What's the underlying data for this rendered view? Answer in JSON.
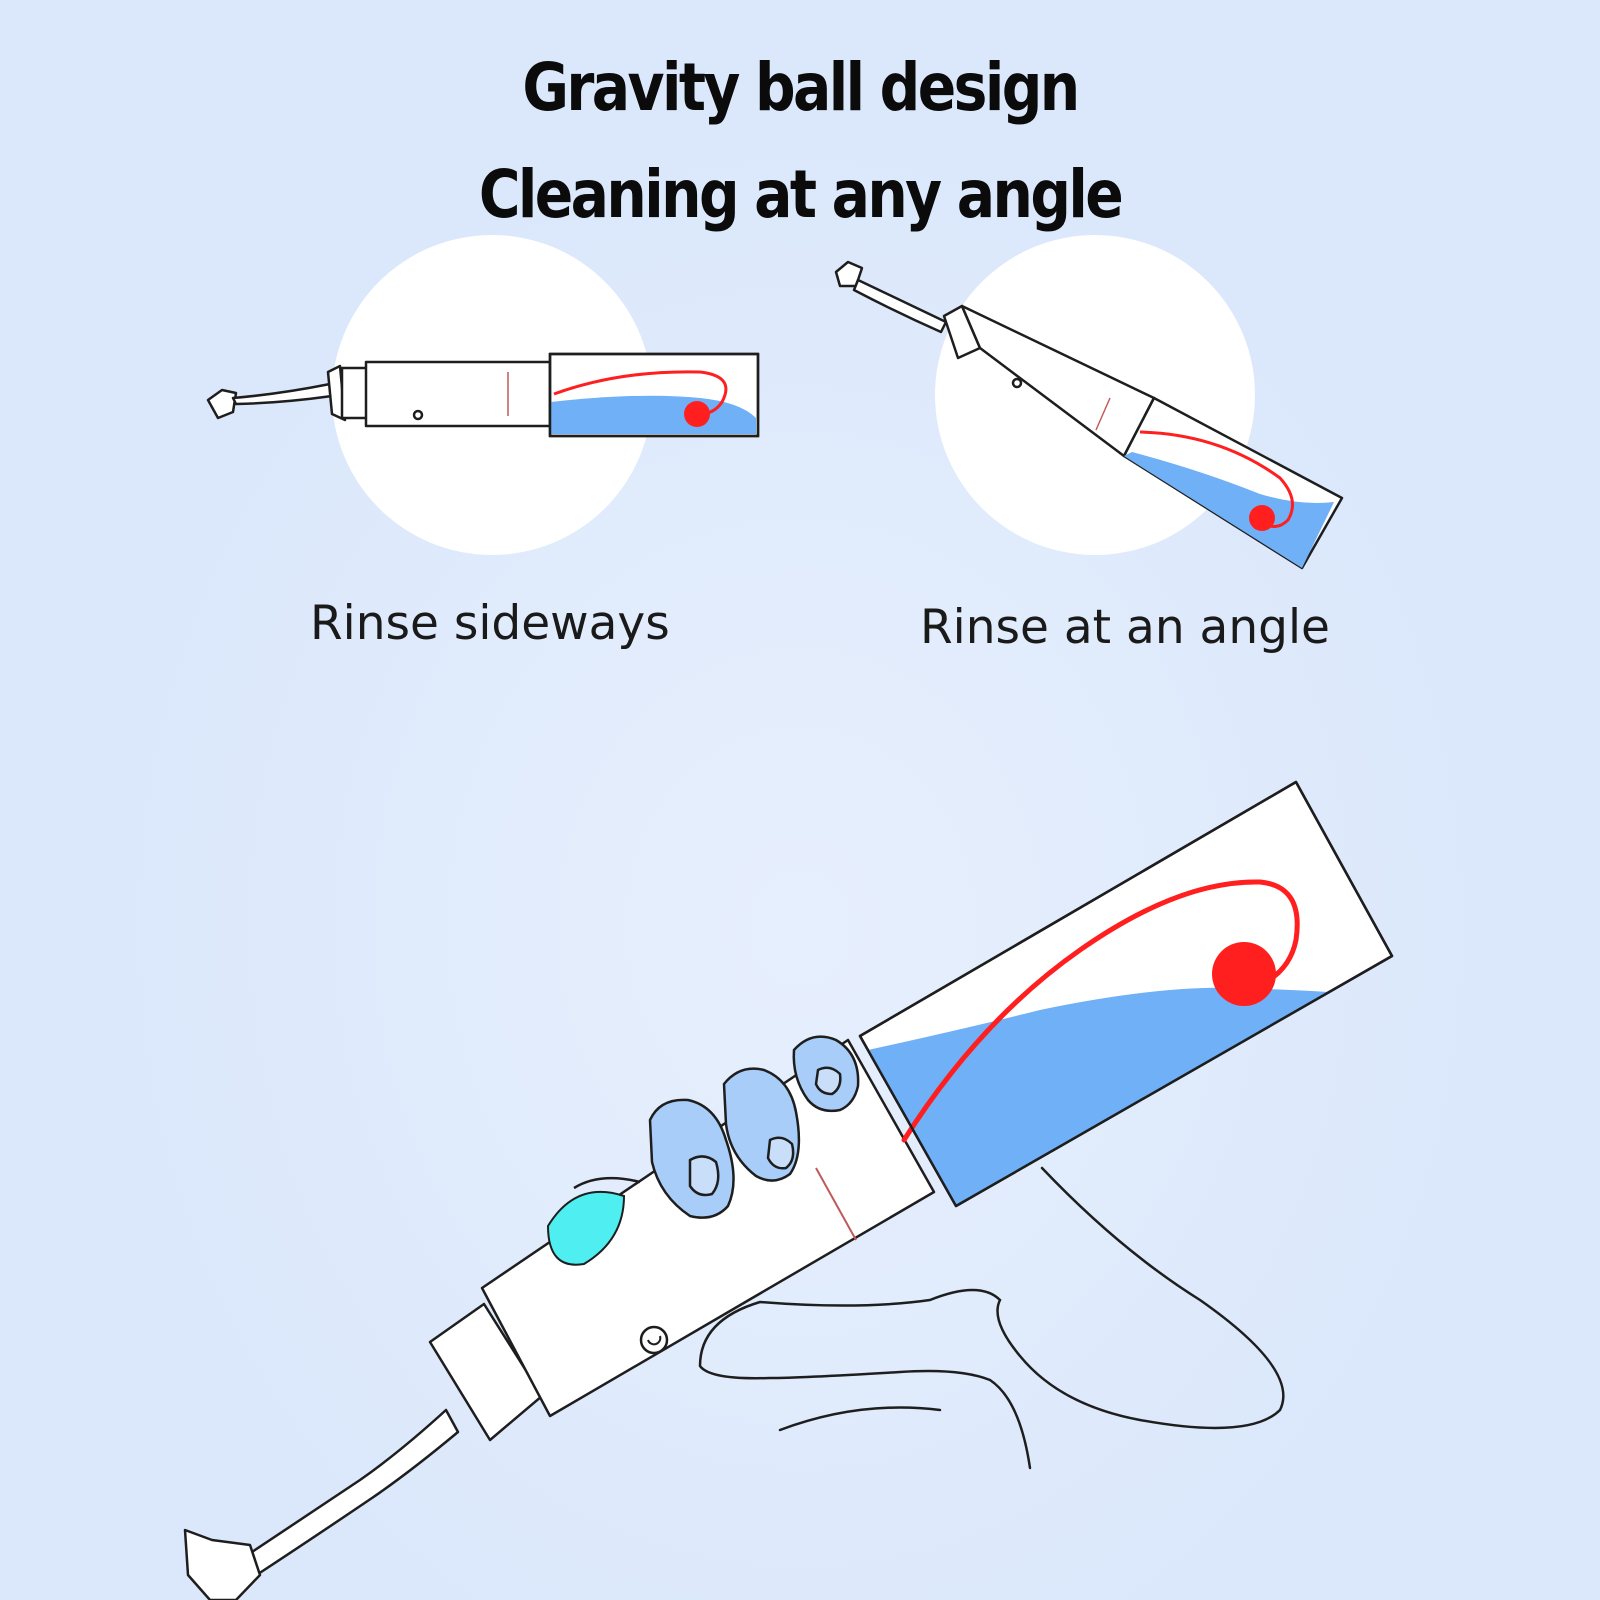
{
  "title": {
    "line1": "Gravity ball design",
    "line2": "Cleaning at any angle"
  },
  "captions": {
    "sideways": "Rinse sideways",
    "angle": "Rinse at an angle"
  },
  "colors": {
    "background": "#dbe8fb",
    "water": "#6fb0f6",
    "ball": "#ff1f1f",
    "button": "#4feef0",
    "hand": "#a7cdf8",
    "outline": "#1e1e1e"
  }
}
